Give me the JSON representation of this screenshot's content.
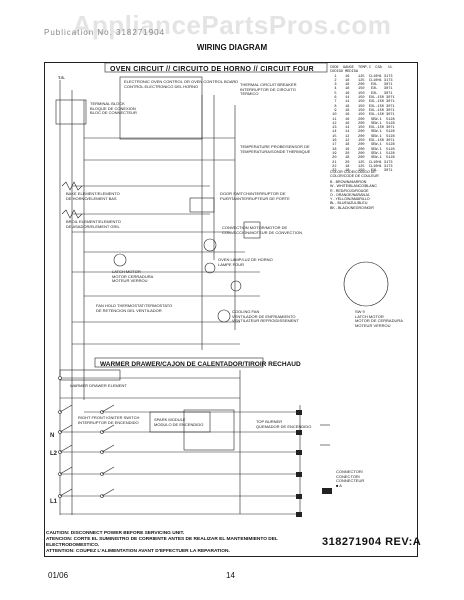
{
  "watermark": "AppliancePartsPros.com",
  "header": {
    "model_text": "Publication No. 318271904",
    "title": "WIRING DIAGRAM"
  },
  "sections": {
    "oven_circuit": "OVEN CIRCUIT // CIRCUITO DE HORNO // CIRCUIT FOUR",
    "warmer_drawer": "WARMER DRAWER/CAJON DE CALENTADOR/TIROIR RECHAUD"
  },
  "labels": {
    "ts": "T.S.",
    "terminal_block": "TERMINAL BLOCK\nBLOQUE DE CONEXION\nBLOC DE CONNECTEUR",
    "bake_element": "BAKE ELEMENT/ELEMENTO\nDE HORNO/ELEMENT BAS",
    "broil_element": "BROIL ELEMENT/ELEMENTO\nDE ASADOR/ELEMENT GRIL",
    "control_board": "ELECTRONIC OVEN CONTROL OR OVEN CONTROL BOARD\nCONTROL ELECTRONICO DEL HORNO",
    "thermal_breaker": "THERMAL CIRCUIT BREAKER\nINTERRUPTOR DE CIRCUITO\nTERMICO",
    "temp_probe": "TEMPERATURE PROBE/SENSOR DE\nTEMPERATURA/SONDE THERMIQUE",
    "door_switch": "DOOR SWITCH/INTERRUPTOR DE\nPUERTA/INTERRUPTEUR DE PORTE",
    "convection_motor": "CONVECTION MOTOR/MOTOR DE\nCONVECCION/MOTEUR DE CONVECTION",
    "latch_motor": "LATCH MOTOR\nMOTOR CERRADURA\nMOTEUR VERROU",
    "oven_lamp": "OVEN LAMP/LUZ DE HORNO\nLAMPE FOUR",
    "cooling_fan": "COOLING FAN\nVENTILADOR DE ENFRIAMIENTO\nVENTILATEUR REFROIDISSEMENT",
    "fan_hold_thermostat": "FAN HOLD THERMOSTAT/TERMOSTATO\nDE RETENCION DEL VENTILADOR",
    "warmer_element": "WARMER DRAWER ELEMENT",
    "surface_switch": "RIGHT FRONT IGNITER SWITCH\nINTERRUPTOR DE ENCENDIDO",
    "spark_module": "SPARK MODULE\nMODULO DE ENCENDIDO",
    "top_burner": "TOP BURNER\nQUEMADOR DE ENCENDIDO",
    "n": "N",
    "l2": "L2",
    "l1": "L1",
    "latch_motor_right": "SW 9\nLATCH MOTOR\nMOTOR DE CERRADURA\nMOTEUR VERROU",
    "connector_legend": "CONNECTOR/\nCONECTOR/\nCONNECTEUR\n■ A",
    "color_code_title": "COLOR CODE/CODIGO DE\nCOLOR/CODE DE COULEUR",
    "colors": "B - BROWN/MARRON\nW - WHITE/BLANCO/BLANC\nR - RED/ROJO/ROUGE\nO - ORANGE/NARANJA\nY - YELLOW/AMARILLO\nBL - BLUE/AZUL/BLEU\nBK - BLACK/NEGRO/NOIR"
  },
  "wire_table": "CODE  GAUGE  TEMP.C  CSA   UL\nCODIGO MEDIDA\n  1    16    125  CL10H1 3173\n  2    16    125  CL10H1 3173\n  3    18    200   EXL   3071\n  4    18    150   EXL   3071\n  5    16    150   EXL   3071\n  6    14    150  EXL-150 3071\n  7    14    150  EXL-150 3071\n  8    18    150  EXL-150 3071\n  9    18    150  EXL-150 3071\n 10    16    150  EXL-150 3071\n 11    16    200   SEW-1  5128\n 12    16    200   SEW-1  5128\n 13    14    150  EXL-150 3071\n 14    14    200   SEW-1  5128\n 15    12    200   SEW-1  5128\n 16    12    150  EXL-150 3071\n 17    18    200   SEW-1  5128\n 18    16    200   SEW-1  5128\n 19    20    200   SEW-1  5128\n 20    18    200   SEW-1  5128\n 21    20    125  CL10H1 3173\n 22    18    125  CL10H1 3173\n 23    18    150   EXL   3071",
  "caution": [
    "CAUTION: DISCONNECT POWER BEFORE SERVICING UNIT.",
    "ATENCION: CORTE EL SUMINISTRO DE CORRIENTE ANTES DE REALIZAR EL MANTENIMIENTO DEL ELECTRODOMESTICO.",
    "ATTENTION: COUPEZ L'ALIMENTATION AVANT D'EFFECTUER LA REPARATION."
  ],
  "part_number": "318271904 REV:A",
  "footer": {
    "date": "01/06",
    "page": "14"
  }
}
